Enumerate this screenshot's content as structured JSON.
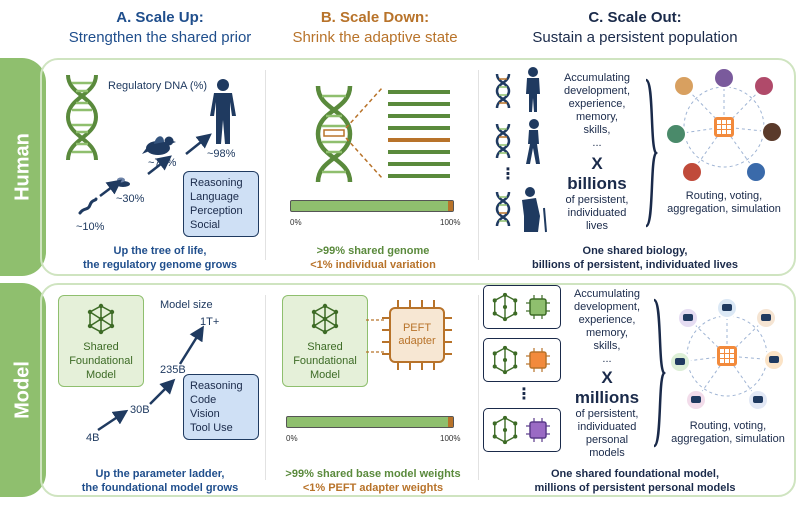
{
  "columns": {
    "a": {
      "title": "A. Scale Up:",
      "subtitle": "Strengthen the shared prior"
    },
    "b": {
      "title": "B. Scale Down:",
      "subtitle": "Shrink the adaptive state"
    },
    "c": {
      "title": "C. Scale Out:",
      "subtitle": "Sustain a persistent population"
    }
  },
  "rows": {
    "human": "Human",
    "model": "Model"
  },
  "human": {
    "a": {
      "axis_label": "Regulatory DNA (%)",
      "steps": [
        "~10%",
        "~30%",
        "~70%",
        "~98%"
      ],
      "capabilities": [
        "Reasoning",
        "Language",
        "Perception",
        "Social"
      ],
      "caption": [
        "Up the tree of life,",
        "the regulatory genome grows"
      ]
    },
    "b": {
      "bar_start": "0%",
      "bar_end": "100%",
      "shared_fraction": 0.99,
      "caption_green": ">99% shared genome",
      "caption_orange": "<1% individual variation"
    },
    "c": {
      "accum": [
        "Accumulating",
        "development,",
        "experience,",
        "memory,",
        "skills,",
        "..."
      ],
      "mult": "X",
      "count": "billions",
      "of": [
        "of persistent,",
        "individuated",
        "lives"
      ],
      "ellipsis": "⋮",
      "network": [
        "Routing, voting,",
        "aggregation, simulation"
      ],
      "caption": [
        "One shared biology,",
        "billions of persistent, individuated lives"
      ]
    }
  },
  "model": {
    "a": {
      "axis_label": "Model size",
      "shared_box": [
        "Shared",
        "Foundational",
        "Model"
      ],
      "steps": [
        "4B",
        "30B",
        "235B",
        "1T+"
      ],
      "capabilities": [
        "Reasoning",
        "Code",
        "Vision",
        "Tool Use"
      ],
      "caption": [
        "Up the parameter ladder,",
        "the foundational model grows"
      ]
    },
    "b": {
      "shared_box": [
        "Shared",
        "Foundational",
        "Model"
      ],
      "adapter": [
        "PEFT",
        "adapter"
      ],
      "bar_start": "0%",
      "bar_end": "100%",
      "shared_fraction": 0.99,
      "caption_green": ">99% shared base model weights",
      "caption_orange": "<1% PEFT adapter weights"
    },
    "c": {
      "accum": [
        "Accumulating",
        "development,",
        "experience,",
        "memory,",
        "skills,",
        "..."
      ],
      "mult": "X",
      "count": "millions",
      "of": [
        "of persistent,",
        "individuated",
        "personal",
        "models"
      ],
      "ellipsis": "⋮",
      "network": [
        "Routing, voting,",
        "aggregation, simulation"
      ],
      "caption": [
        "One shared foundational model,",
        "millions of persistent personal models"
      ]
    }
  },
  "colors": {
    "green": "#8fbf6e",
    "blue": "#1f4e8c",
    "orange": "#b8732a",
    "navy": "#1a2a4a",
    "lightblue": "#cfe0f5"
  }
}
